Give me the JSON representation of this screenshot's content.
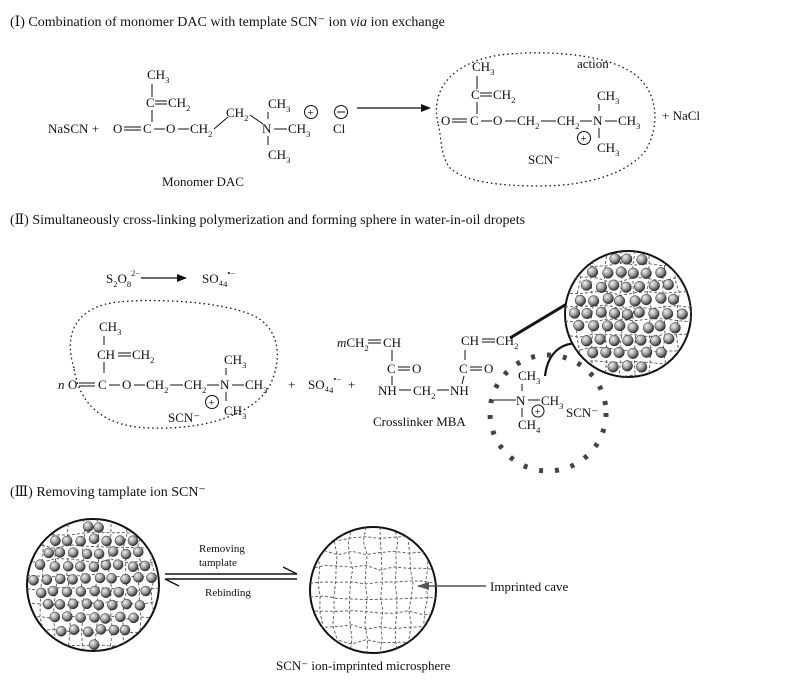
{
  "headings": {
    "step1": "(Ⅰ) Combination of monomer DAC with template SCN⁻ ion ",
    "step1_via": "via",
    "step1_tail": " ion exchange",
    "step2": "(Ⅱ) Simultaneously cross-linking polymerization and forming sphere in water-in-oil dropets",
    "step3": "(Ⅲ) Removing tamplate ion SCN⁻"
  },
  "step1": {
    "nascn_plus": "NaSCN +",
    "monomer_label": "Monomer DAC",
    "counter_ion": "Cl",
    "region_label": "action",
    "template_ion": "SCN⁻",
    "byproduct": "+ NaCl"
  },
  "step2": {
    "initiator_left": "S₂O₈²⁻",
    "radical": "SO₄",
    "prefix_n": "n",
    "template_ion": "SCN⁻",
    "plus": "+",
    "m_prefix": "m",
    "crosslinker_label": "Crosslinker MBA",
    "template_ion_2": "SCN⁻"
  },
  "step3": {
    "forward_label_1": "Removing",
    "forward_label_2": "tamplate",
    "reverse_label": "Rebinding",
    "cave_label": "Imprinted cave",
    "product_label": "SCN⁻ ion-imprinted microsphere"
  }
}
